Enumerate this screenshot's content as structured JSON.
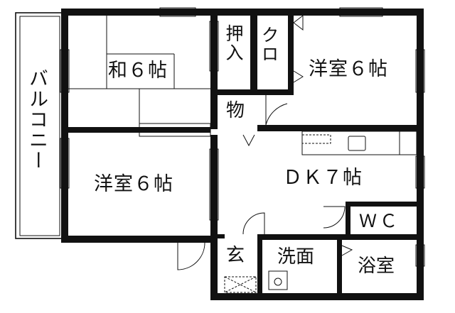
{
  "rooms": {
    "washitsu": "和６帖",
    "yoshitsu_east": "洋室６帖",
    "yoshitsu_west": "洋室６帖",
    "dk": "ＤＫ７帖",
    "oshiire": "押入",
    "closet": "クロ",
    "storage": "物",
    "balcony": "バルコニー",
    "wc": "ＷＣ",
    "entrance": "玄",
    "washroom": "洗面",
    "bathroom": "浴室"
  },
  "colors": {
    "wall": "#111111",
    "background": "#ffffff"
  }
}
